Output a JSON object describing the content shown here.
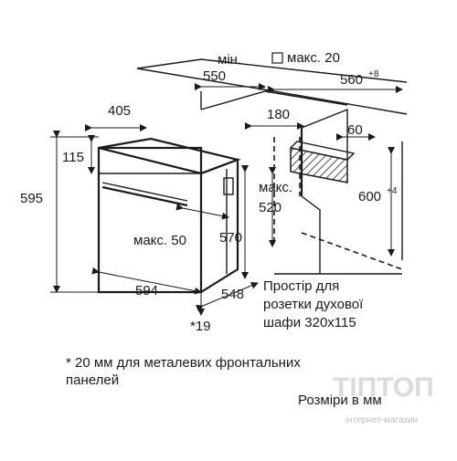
{
  "dimensions": {
    "min_label": "мін.",
    "d550": "550",
    "max20_label": "макс. 20",
    "d560": "560",
    "d560_sup": "+8",
    "d405": "405",
    "d180": "180",
    "d60": "60",
    "d115": "115",
    "d595": "595",
    "max_label": "макс.",
    "d520": "520",
    "d600": "600",
    "d600_sup": "+4",
    "max50": "макс. 50",
    "d570": "570",
    "d594": "594",
    "d548": "548",
    "d19": "*19"
  },
  "socket_note": [
    "Простір для",
    "розетки духової",
    "шафи 320х115"
  ],
  "footnote": [
    "* 20 мм для металевих фронтальних",
    "панелей"
  ],
  "units_note": "Розміри в мм",
  "watermark": {
    "brand": "ТІПТОП",
    "subtitle": "інтернет-магазин"
  },
  "colors": {
    "line": "#1a1a1a",
    "watermark": "#cfcfcf"
  }
}
